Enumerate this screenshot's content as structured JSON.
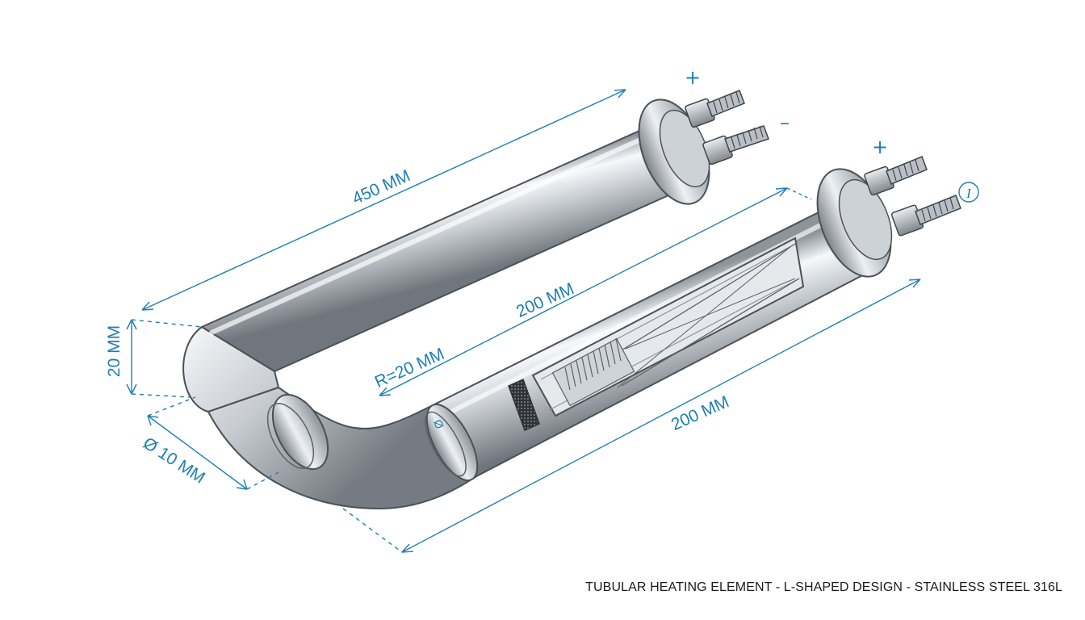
{
  "caption": "TUBULAR HEATING ELEMENT - L-SHAPED DESIGN - STAINLESS STEEL 316L",
  "colors": {
    "dimension": "#1f7fb4",
    "metal_light": "#f4f6f8",
    "metal_mid": "#c3c8ce",
    "metal_dark": "#7d848c",
    "outline": "#4b5158",
    "caption": "#1a1a1a"
  },
  "dimensions": {
    "total_length": "450 MM",
    "inner_length": "200 MM",
    "lower_length": "200 MM",
    "bend_radius": "R=20 MM",
    "height": "20 MM",
    "diameter": "Ø 10 MM",
    "tube_marker": "Ø"
  },
  "terminals": {
    "upper_plus": "+",
    "upper_minus": "–",
    "lower_plus": "+",
    "lower_symbol": "I"
  },
  "icons": {
    "lower_symbol": "circled-i-icon",
    "nut": "hex-nut-icon",
    "thread": "threaded-stud-icon"
  }
}
